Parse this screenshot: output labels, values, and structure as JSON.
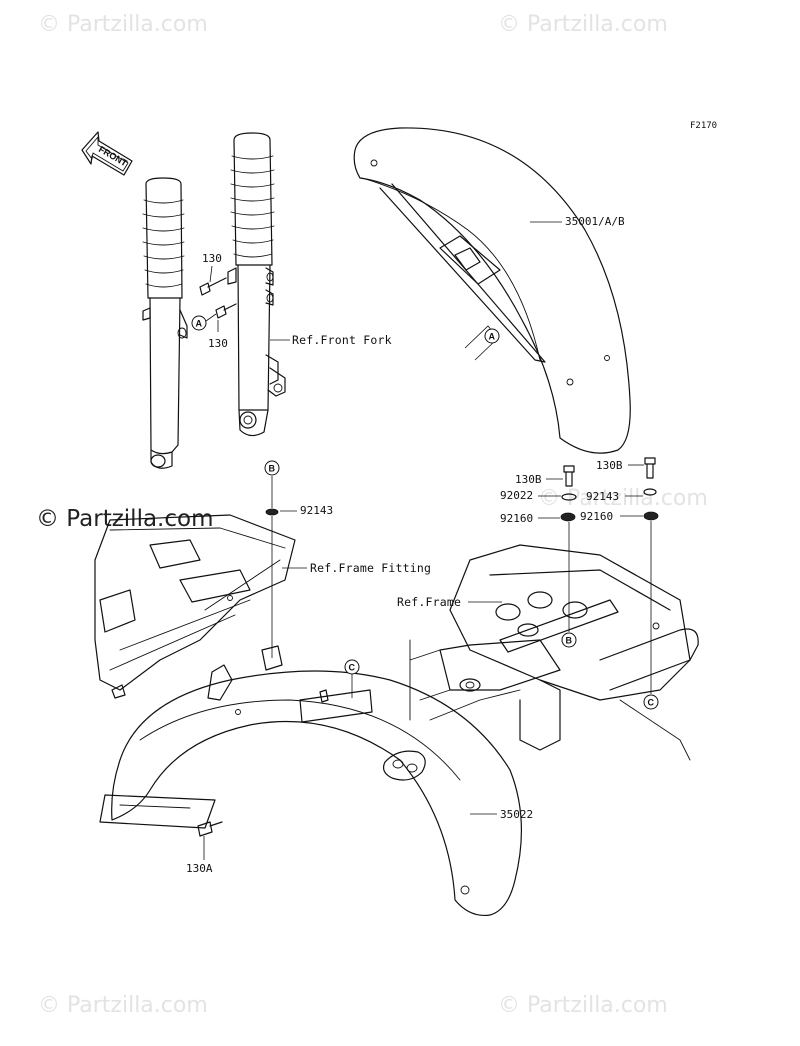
{
  "watermark_text": "© Partzilla.com",
  "figure_code": "F2170",
  "direction_label": "FRONT",
  "callouts": {
    "a": "A",
    "b": "B",
    "c": "C"
  },
  "part_labels": {
    "p130_upper": "130",
    "p130_lower": "130",
    "p35001": "35001/A/B",
    "p130b_left": "130B",
    "p130b_right": "130B",
    "p92022": "92022",
    "p92143_right": "92143",
    "p92160_left": "92160",
    "p92160_right": "92160",
    "p92143_left": "92143",
    "p35022": "35022",
    "p130a": "130A"
  },
  "ref_labels": {
    "front_fork": "Ref.Front Fork",
    "frame_fitting": "Ref.Frame Fitting",
    "frame": "Ref.Frame"
  },
  "colors": {
    "line": "#111111",
    "watermark": "#e3e3e3",
    "background": "#ffffff"
  }
}
